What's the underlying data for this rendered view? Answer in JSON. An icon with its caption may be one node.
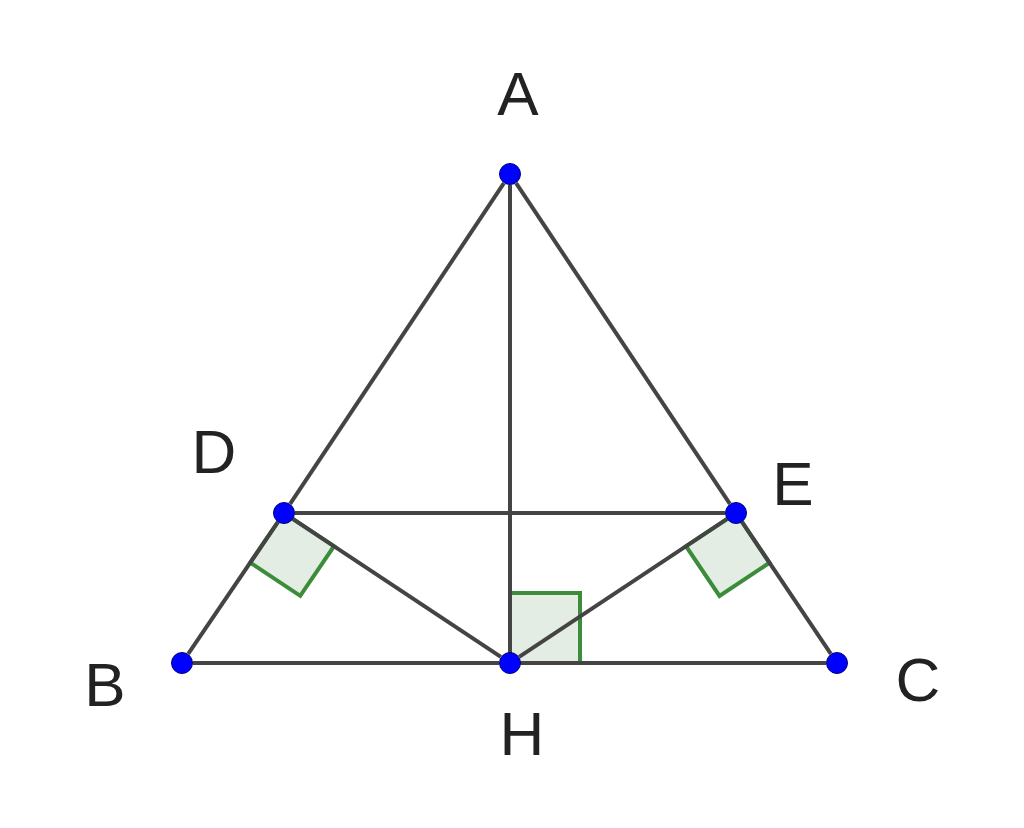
{
  "diagram": {
    "nodes": [
      {
        "text": [],
        "shape": "circle",
        "beside": [
          "A"
        ]
      },
      {
        "text": [],
        "shape": "circle",
        "beside": [
          "D"
        ]
      },
      {
        "text": [],
        "shape": "circle",
        "beside": [
          "E"
        ]
      },
      {
        "text": [],
        "shape": "circle",
        "beside": [
          "B"
        ]
      },
      {
        "text": [],
        "shape": "circle",
        "beside": [
          "H"
        ]
      },
      {
        "text": [],
        "shape": "circle",
        "beside": [
          "C"
        ]
      }
    ],
    "edges": [
      {
        "from": 0,
        "to": 1,
        "arrow": "none"
      },
      {
        "from": 1,
        "to": 3,
        "arrow": "none"
      },
      {
        "from": 0,
        "to": 2,
        "arrow": "none"
      },
      {
        "from": 2,
        "to": 5,
        "arrow": "none"
      },
      {
        "from": 0,
        "to": 4,
        "arrow": "none"
      },
      {
        "from": 1,
        "to": 2,
        "arrow": "none"
      },
      {
        "from": 1,
        "to": 4,
        "arrow": "none"
      },
      {
        "from": 2,
        "to": 4,
        "arrow": "none"
      },
      {
        "from": 3,
        "to": 4,
        "arrow": "none"
      },
      {
        "from": 4,
        "to": 5,
        "arrow": "none"
      }
    ]
  }
}
